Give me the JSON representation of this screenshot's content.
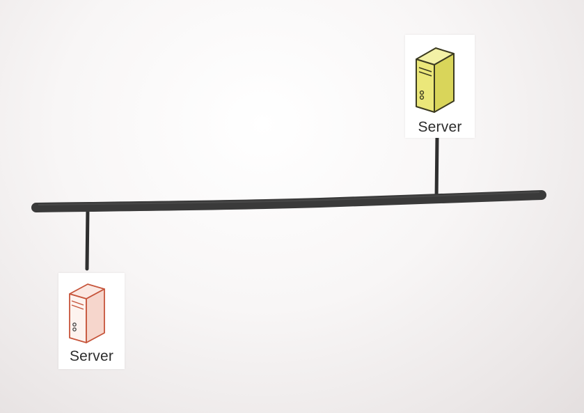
{
  "diagram": {
    "nodes": [
      {
        "id": "server-right",
        "label": "Server",
        "color": "#e6e262"
      },
      {
        "id": "server-left",
        "label": "Server",
        "color": "#e07a5f"
      }
    ],
    "bus": {
      "color": "#3a3a3a"
    }
  }
}
